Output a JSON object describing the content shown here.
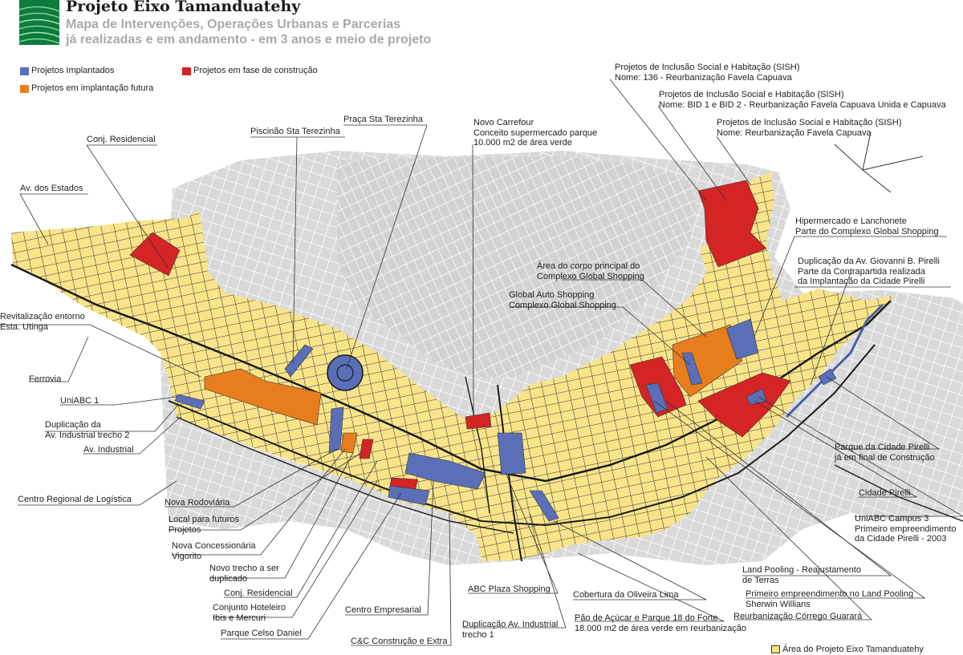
{
  "header": {
    "title": "Projeto Eixo Tamanduatehy",
    "subtitle_line1": "Mapa de Intervenções, Operações Urbanas e Parcerias",
    "subtitle_line2": "já realizadas e em andamento - em 3 anos e meio de projeto"
  },
  "legend": [
    {
      "label": "Projetos Implantados",
      "color": "#5a6fb8"
    },
    {
      "label": "Projetos em fase de construção",
      "color": "#d42424"
    },
    {
      "label": "Projetos em implantação futura",
      "color": "#e87d1e"
    }
  ],
  "footer_legend": {
    "label": "Área do Projeto Eixo Tamanduatehy",
    "color": "#f9e48a"
  },
  "colors": {
    "project_area": "#f9e48a",
    "urban_fabric": "#dcdcdc",
    "streets": "#ffffff",
    "roads": "#1a1a1a"
  },
  "labels": {
    "conj_residencial_top": [
      "Conj. Residencial"
    ],
    "av_estados": [
      "Av. dos Estados"
    ],
    "piscinao": [
      "Piscinão Sta Terezinha"
    ],
    "praca": [
      "Praça Sta Terezinha"
    ],
    "carrefour": [
      "Novo Carrefour",
      "Conceito supermercado parque",
      "10.000 m2 de área verde"
    ],
    "sish1": [
      "Projetos de Inclusão Social e Habitação (SISH)",
      "Nome: 136 - Reurbanização Favela Capuava"
    ],
    "sish2": [
      "Projetos de Inclusão Social e Habitação (SISH)",
      "Nome: BID 1 e BID 2 - Reurbanização Favela Capuava Unida e Capuava"
    ],
    "sish3": [
      "Projetos de Inclusão Social e Habitação (SISH)",
      "Nome: Reurbanização Favela Capuava"
    ],
    "hipermercado": [
      "Hipermercado e Lanchonete",
      "Parte do Complexo Global Shopping"
    ],
    "duplicacao_pirelli": [
      "Duplicação da Av. Giovanni B. Pirelli",
      "Parte da Contrapartida realizada",
      "da Implantação da Cidade Pirelli"
    ],
    "area_corpo": [
      "Área do corpo principal do",
      "Complexo Global Shopping"
    ],
    "global_auto": [
      "Global Auto Shopping",
      "Complexo Global Shopping"
    ],
    "revitalizacao": [
      "Revitalização entorno",
      "Esta. Utinga"
    ],
    "ferrovia": [
      "Ferrovia"
    ],
    "uniabc1": [
      "UniABC 1"
    ],
    "dup_industrial": [
      "Duplicação da",
      "Av. Industrial trecho 2"
    ],
    "av_industrial": [
      "Av. Industrial"
    ],
    "centro_logistica": [
      "Centro Regional de Logística"
    ],
    "nova_rodoviaria": [
      "Nova Rodoviária"
    ],
    "local_futuros": [
      "Local para futuros",
      "Projetos"
    ],
    "nova_concessionaria": [
      "Nova Concessionária",
      "Vigorito"
    ],
    "novo_trecho": [
      "Novo trecho a ser",
      "duplicado"
    ],
    "conj_residencial_bottom": [
      "Conj. Residencial"
    ],
    "conjunto_hoteleiro": [
      "Conjunto Hoteleiro",
      "Ibis e Mercuri"
    ],
    "parque_celso": [
      "Parque Celso Daniel"
    ],
    "centro_empresarial": [
      "Centro Empresarial"
    ],
    "cc_construcao": [
      "C&C Construção e Extra"
    ],
    "abc_plaza": [
      "ABC Plaza Shopping"
    ],
    "dup_av_industrial": [
      "Duplicação Av. Industrial",
      "trecho 1"
    ],
    "cobertura": [
      "Cobertura da Oliveira Lima"
    ],
    "pao_acucar": [
      "Pão de Açúcar e Parque 18 do Forte",
      "18.000 m2 de área verde em reurbanização"
    ],
    "land_pooling": [
      "Land Pooling - Reajustamento",
      "de Terras"
    ],
    "primeiro_land": [
      "Primeiro empreendimento no Land Pooling",
      "Sherwin Willians"
    ],
    "reurbanizacao_corrego": [
      "Reurbanização Córrego Guarará"
    ],
    "parque_pirelli": [
      "Parque da Cidade Pirelli",
      "já em final de Construção"
    ],
    "cidade_pirelli": [
      "Cidade Pirelli"
    ],
    "uniabc3": [
      "UniABC Campus 3",
      "Primeiro empreendimento",
      "da Cidade Pirelli - 2003"
    ]
  }
}
